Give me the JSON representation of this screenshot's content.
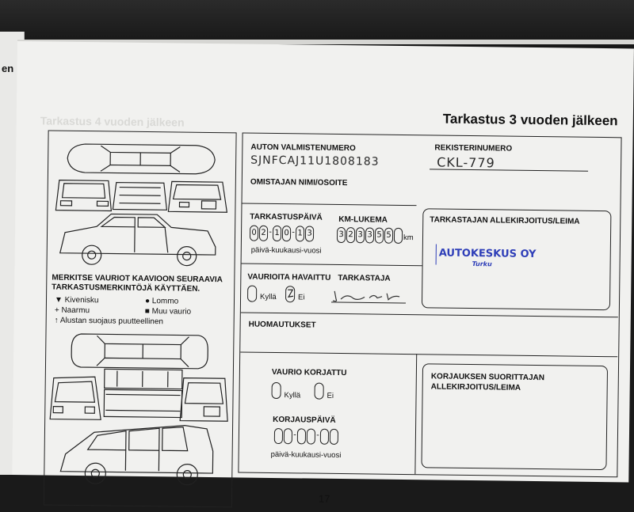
{
  "prev_page": {
    "label": "en"
  },
  "title": "Tarkastus 3 vuoden jälkeen",
  "ghost_title": "Tarkastus 4 vuoden jälkeen",
  "legend": {
    "heading_line1": "MERKITSE VAURIOT KAAVIOON SEURAAVIA",
    "heading_line2": "TARKASTUSMERKINTÖJÄ KÄYTTÄEN.",
    "items": {
      "kivenisku": "Kivenisku",
      "lommo": "Lommo",
      "naarmu": "Naarmu",
      "muu_vaurio": "Muu vaurio",
      "alustan": "Alustan suojaus puutteellinen"
    },
    "symbols": {
      "triangle": "▼",
      "dot": "●",
      "plus": "+",
      "square": "■",
      "arrow": "↑"
    }
  },
  "form": {
    "auton_label": "AUTON VALMISTENUMERO",
    "auton_value": "SJNFCAJ11U1808183",
    "rekisteri_label": "REKISTERINUMERO",
    "rekisteri_value": "CKL-779",
    "omistajan_label": "OMISTAJAN NIMI/OSOITE",
    "tarkastuspaiva_label": "TARKASTUSPÄIVÄ",
    "tarkastuspaiva_digits": [
      "0",
      "2",
      "1",
      "0",
      "1",
      "3"
    ],
    "date_format": "päivä-kuukausi-vuosi",
    "km_label": "KM-LUKEMA",
    "km_digits": [
      "3",
      "2",
      "3",
      "3",
      "5"
    ],
    "km_unit": "km",
    "allekirjoitus_label": "TARKASTAJAN ALLEKIRJOITUS/LEIMA",
    "stamp_text": "AUTOKESKUS OY",
    "stamp_sub": "Turku",
    "vaurioita_label": "VAURIOITA HAVAITTU",
    "kylla": "Kyllä",
    "ei": "Ei",
    "tarkastaja_label": "TARKASTAJA",
    "huomautukset_label": "HUOMAUTUKSET",
    "vaurio_korjattu_label": "VAURIO KORJATTU",
    "korjauksen_line1": "KORJAUKSEN SUORITTAJAN",
    "korjauksen_line2": "ALLEKIRJOITUS/LEIMA",
    "korjauspaiva_label": "KORJAUSPÄIVÄ"
  },
  "page_number": "17",
  "colors": {
    "paper": "#f1f1ef",
    "ink": "#222222",
    "stamp": "#2e3eb8"
  }
}
